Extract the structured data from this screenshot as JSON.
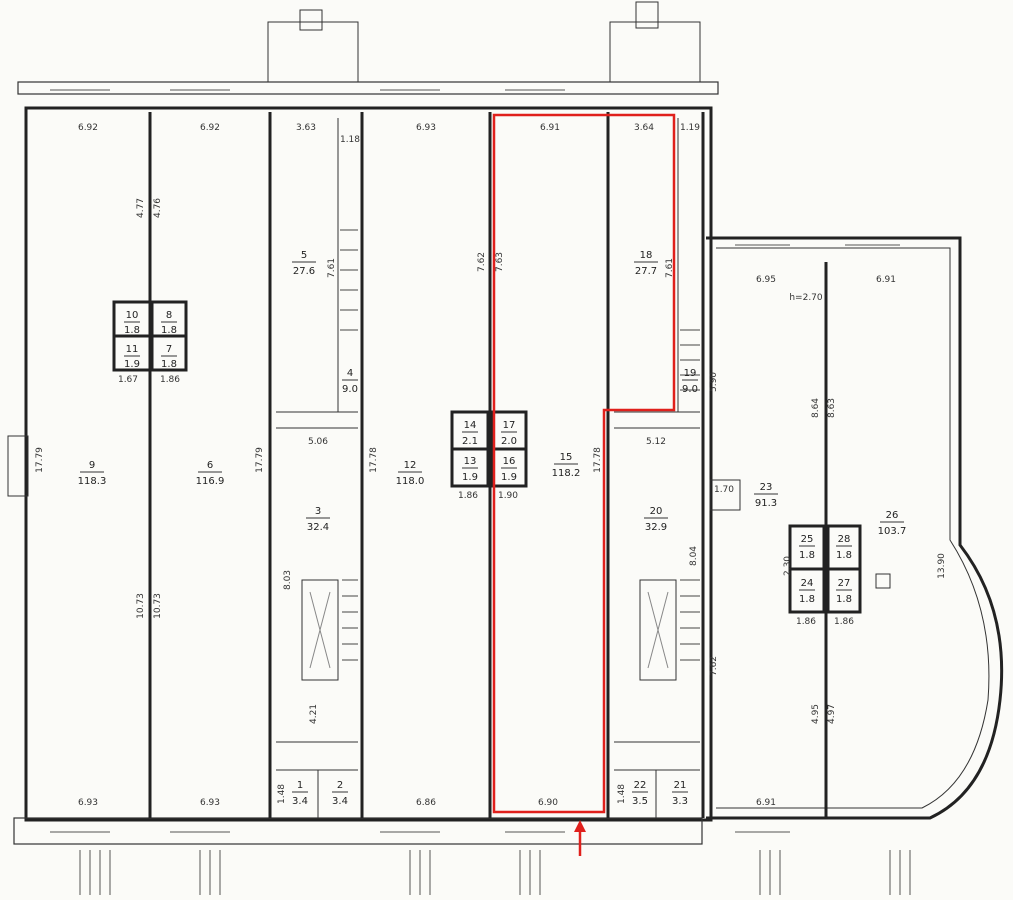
{
  "highlight_color": "#e0201c",
  "rooms": [
    {
      "id": "r9",
      "num": "9",
      "area": "118.3"
    },
    {
      "id": "r6",
      "num": "6",
      "area": "116.9"
    },
    {
      "id": "r5",
      "num": "5",
      "area": "27.6"
    },
    {
      "id": "r4",
      "num": "4",
      "area": "9.0"
    },
    {
      "id": "r3",
      "num": "3",
      "area": "32.4"
    },
    {
      "id": "r1",
      "num": "1",
      "area": "3.4"
    },
    {
      "id": "r2",
      "num": "2",
      "area": "3.4"
    },
    {
      "id": "r12",
      "num": "12",
      "area": "118.0"
    },
    {
      "id": "r14",
      "num": "14",
      "area": "2.1"
    },
    {
      "id": "r13",
      "num": "13",
      "area": "1.9"
    },
    {
      "id": "r17",
      "num": "17",
      "area": "2.0"
    },
    {
      "id": "r16",
      "num": "16",
      "area": "1.9"
    },
    {
      "id": "r15",
      "num": "15",
      "area": "118.2"
    },
    {
      "id": "r18",
      "num": "18",
      "area": "27.7"
    },
    {
      "id": "r19",
      "num": "19",
      "area": "9.0"
    },
    {
      "id": "r20",
      "num": "20",
      "area": "32.9"
    },
    {
      "id": "r22",
      "num": "22",
      "area": "3.5"
    },
    {
      "id": "r21",
      "num": "21",
      "area": "3.3"
    },
    {
      "id": "r23",
      "num": "23",
      "area": "91.3"
    },
    {
      "id": "r26",
      "num": "26",
      "area": "103.7"
    },
    {
      "id": "r25",
      "num": "25",
      "area": "1.8"
    },
    {
      "id": "r24",
      "num": "24",
      "area": "1.8"
    },
    {
      "id": "r28",
      "num": "28",
      "area": "1.8"
    },
    {
      "id": "r27",
      "num": "27",
      "area": "1.8"
    },
    {
      "id": "r10",
      "num": "10",
      "area": "1.8"
    },
    {
      "id": "r11",
      "num": "11",
      "area": "1.9"
    },
    {
      "id": "r8",
      "num": "8",
      "area": "1.8"
    },
    {
      "id": "r7",
      "num": "7",
      "area": "1.8"
    }
  ],
  "dims": {
    "d1": "6.92",
    "d2": "6.92",
    "d3": "3.63",
    "d4": "1.18",
    "d5": "6.93",
    "d6": "6.91",
    "d7": "3.64",
    "d8": "1.19",
    "d9": "6.95",
    "d10": "6.91",
    "d11": "6.93",
    "d12": "6.93",
    "d13": "6.86",
    "d14": "6.90",
    "d15": "6.91",
    "d16": "5.06",
    "d17": "5.12",
    "d18": "1.67",
    "d19": "1.86",
    "d20": "1.86",
    "d21": "1.90",
    "d22": "1.86",
    "d23": "1.86",
    "d24": "1.70",
    "d25": "h=2.70",
    "v1": "17.79",
    "v2": "17.79",
    "v3": "17.78",
    "v4": "17.78",
    "v5": "10.73",
    "v6": "10.73",
    "v7": "4.77",
    "v8": "4.76",
    "v9": "7.61",
    "v10": "7.62",
    "v11": "7.63",
    "v12": "7.61",
    "v13": "8.03",
    "v14": "8.04",
    "v15": "4.21",
    "v16": "1.48",
    "v17": "1.48",
    "v18": "5.90",
    "v19": "8.64",
    "v20": "8.63",
    "v21": "7.62",
    "v22": "13.90",
    "v23": "4.95",
    "v24": "4.97",
    "v25": "2.30"
  }
}
